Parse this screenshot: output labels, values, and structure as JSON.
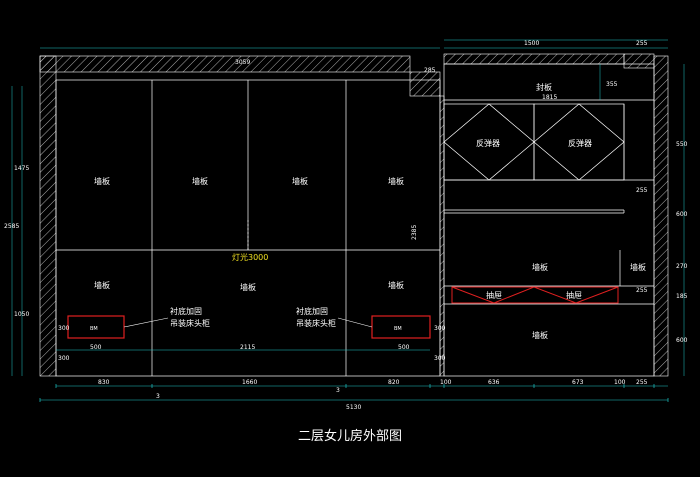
{
  "title": "二层女儿房外部图",
  "labels": {
    "wall_panel": "墙板",
    "light": "灯光3000",
    "cover_panel": "封板",
    "reflector": "反弹器",
    "drawer": "抽屉",
    "bed_head_note_line1": "衬底加固",
    "bed_head_note_line2": "吊装床头柜",
    "small_box": "BM"
  },
  "dimensions": {
    "d3059": "3059",
    "d285": "285",
    "d1500": "1500",
    "d255": "255",
    "d1815": "1815",
    "d355": "355",
    "d550": "550",
    "d600": "600",
    "d270": "270",
    "d185": "185",
    "d1475": "1475",
    "d2585": "2585",
    "d1050": "1050",
    "d300": "300",
    "d500": "500",
    "d2115": "2115",
    "d830": "830",
    "d1660": "1660",
    "d820": "820",
    "d100": "100",
    "d636": "636",
    "d673": "673",
    "d5130": "5130",
    "d3": "3",
    "d2385": "2385"
  }
}
